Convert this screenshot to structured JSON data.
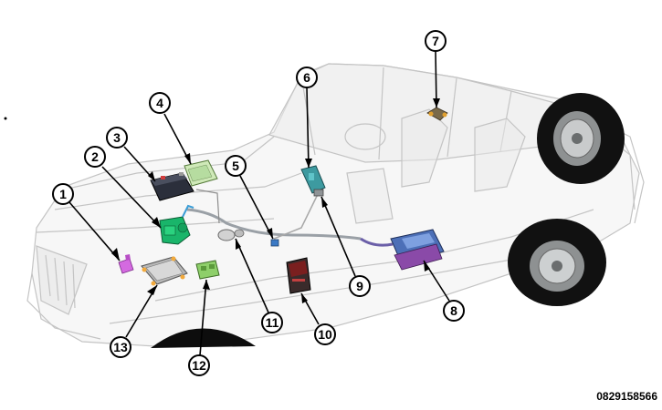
{
  "figure": {
    "reference_id": "0829158566",
    "callouts": [
      {
        "label": "1",
        "component": "pink-module-front-left"
      },
      {
        "label": "2",
        "component": "green-pump-module"
      },
      {
        "label": "3",
        "component": "battery"
      },
      {
        "label": "4",
        "component": "light-green-control-box"
      },
      {
        "label": "5",
        "component": "small-blue-sensor"
      },
      {
        "label": "6",
        "component": "teal-module-vertical"
      },
      {
        "label": "7",
        "component": "roof-sensor"
      },
      {
        "label": "8",
        "component": "rear-blue-unit"
      },
      {
        "label": "9",
        "component": "small-grey-connector"
      },
      {
        "label": "10",
        "component": "red-dark-module"
      },
      {
        "label": "11",
        "component": "grey-pipe-fitting"
      },
      {
        "label": "12",
        "component": "green-small-module"
      },
      {
        "label": "13",
        "component": "grey-ecu-box"
      }
    ]
  }
}
